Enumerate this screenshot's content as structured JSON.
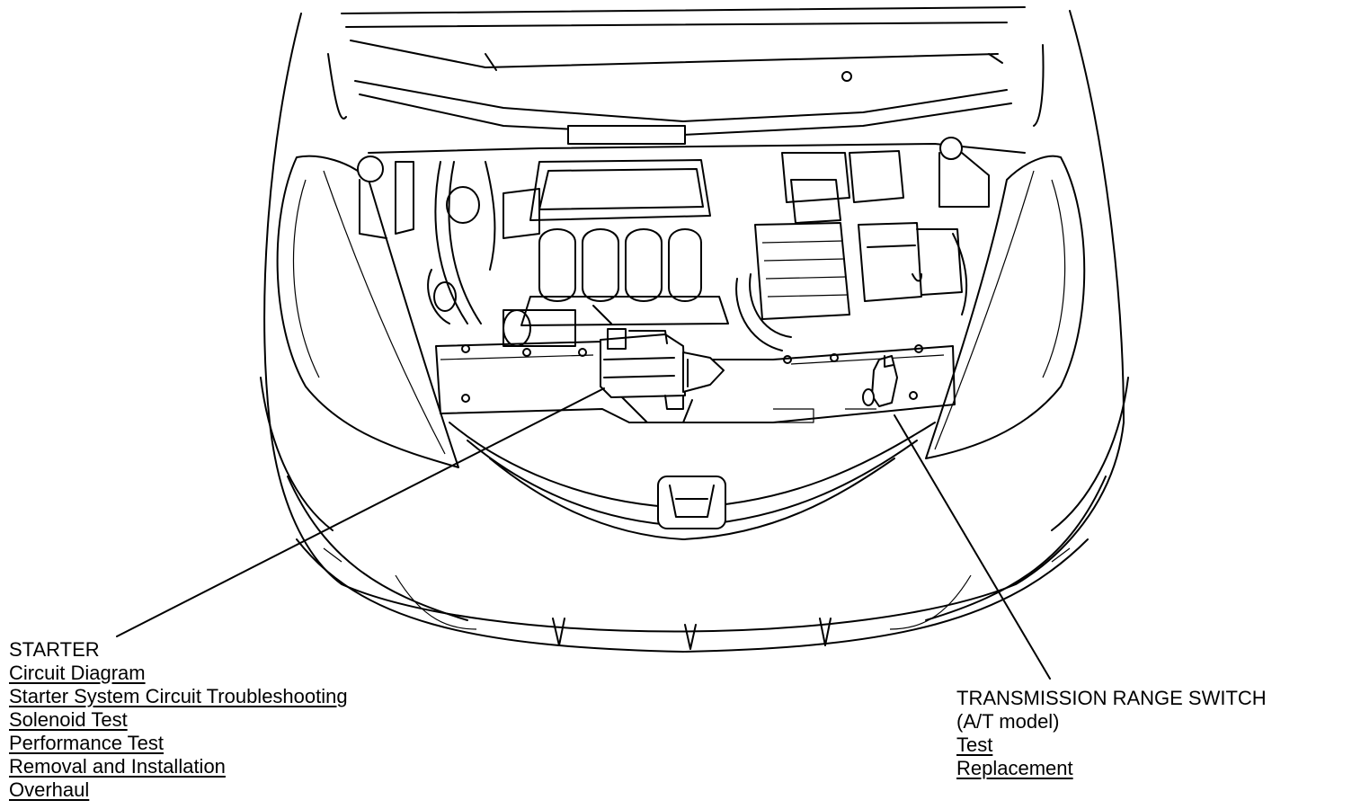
{
  "callouts": {
    "starter": {
      "title": "STARTER",
      "links": [
        "Circuit Diagram",
        "Starter System Circuit Troubleshooting",
        "Solenoid Test",
        "Performance Test",
        "Removal and Installation",
        "Overhaul"
      ]
    },
    "transmission_range_switch": {
      "title": "TRANSMISSION RANGE SWITCH",
      "subtitle": "(A/T model)",
      "links": [
        "Test",
        "Replacement"
      ]
    }
  }
}
